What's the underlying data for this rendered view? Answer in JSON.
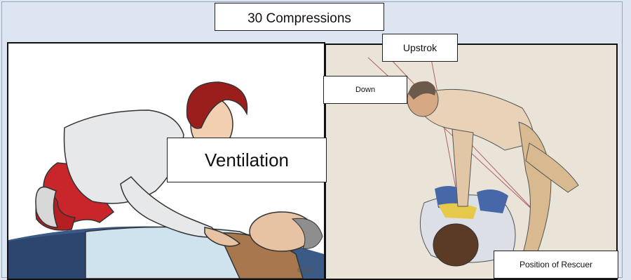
{
  "labels": {
    "compressions": "30 Compressions",
    "upstroke": "Upstrok",
    "down": "Down",
    "ventilation": "Ventilation",
    "position": "Position of Rescuer"
  },
  "illustration_signature": "©LMC"
}
